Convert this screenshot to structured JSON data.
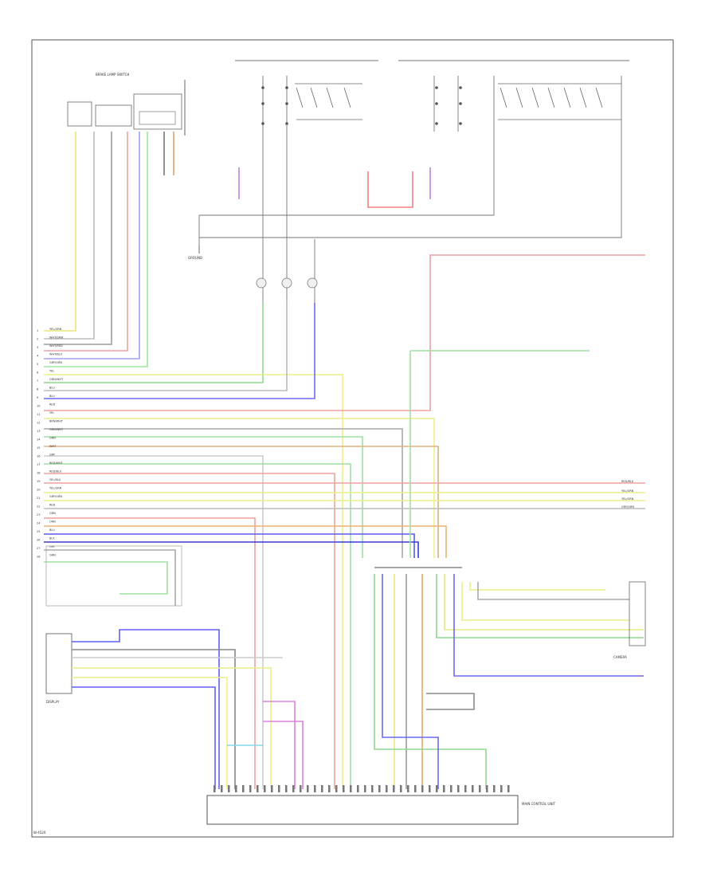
{
  "labels": {
    "top_left_header": "BRAKE LAMP SWITCH",
    "ground_label": "GROUND",
    "display_unit": "DISPLAY",
    "main_unit": "MAIN CONTROL UNIT",
    "front_camera": "CAMERA"
  },
  "pin_labels": [
    "YEL/GRN",
    "WHT/GRN",
    "WHT/RED",
    "WHT/BLU",
    "GRY/GRN",
    "YEL",
    "GRN/WHT",
    "BLU",
    "BLU",
    "RED",
    "YEL",
    "BRN/WHT",
    "GRN/WHT",
    "GRN",
    "WHT",
    "GRY",
    "RED/WHT",
    "RED/BLU",
    "YEL/BLU",
    "YEL/GRN",
    "GRY/GRN",
    "RED",
    "GRN",
    "ORN",
    "BLU",
    "BLK",
    "GRY",
    "GRN"
  ],
  "right_pin_labels": [
    "RED/BLU",
    "YEL/GRN",
    "YEL/GRN",
    "GRY/GRN"
  ],
  "footer": {
    "code": "W-4520"
  }
}
